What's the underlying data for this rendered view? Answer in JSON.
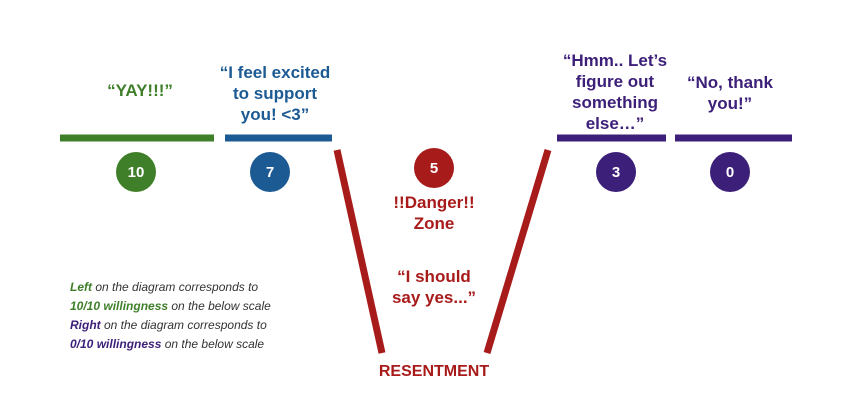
{
  "colors": {
    "green": "#3f7f2a",
    "blue": "#1c5a93",
    "red": "#a81b1b",
    "purple": "#3c1f78",
    "text_gray": "#333333"
  },
  "steps": [
    {
      "number": "10",
      "quote": "“YAY!!!”"
    },
    {
      "number": "7",
      "quote": "“I feel excited\nto support\nyou! <3”"
    },
    {
      "number": "5",
      "heading": "!!Danger!!\nZone",
      "quote": "“I should\nsay yes...”"
    },
    {
      "number": "3",
      "quote": "“Hmm.. Let’s\nfigure out\nsomething\nelse…”"
    },
    {
      "number": "0",
      "quote": "“No, thank\nyou!”"
    }
  ],
  "resentment_label": "RESENTMENT",
  "legend": {
    "line1_kw": "Left",
    "line1_rest": " on the diagram corresponds to",
    "line2_kw": "10/10 willingness",
    "line2_rest": " on the below scale",
    "line3_kw": "Right",
    "line3_rest": " on the diagram corresponds to",
    "line4_kw": "0/10 willingness",
    "line4_rest": " on the below scale"
  }
}
